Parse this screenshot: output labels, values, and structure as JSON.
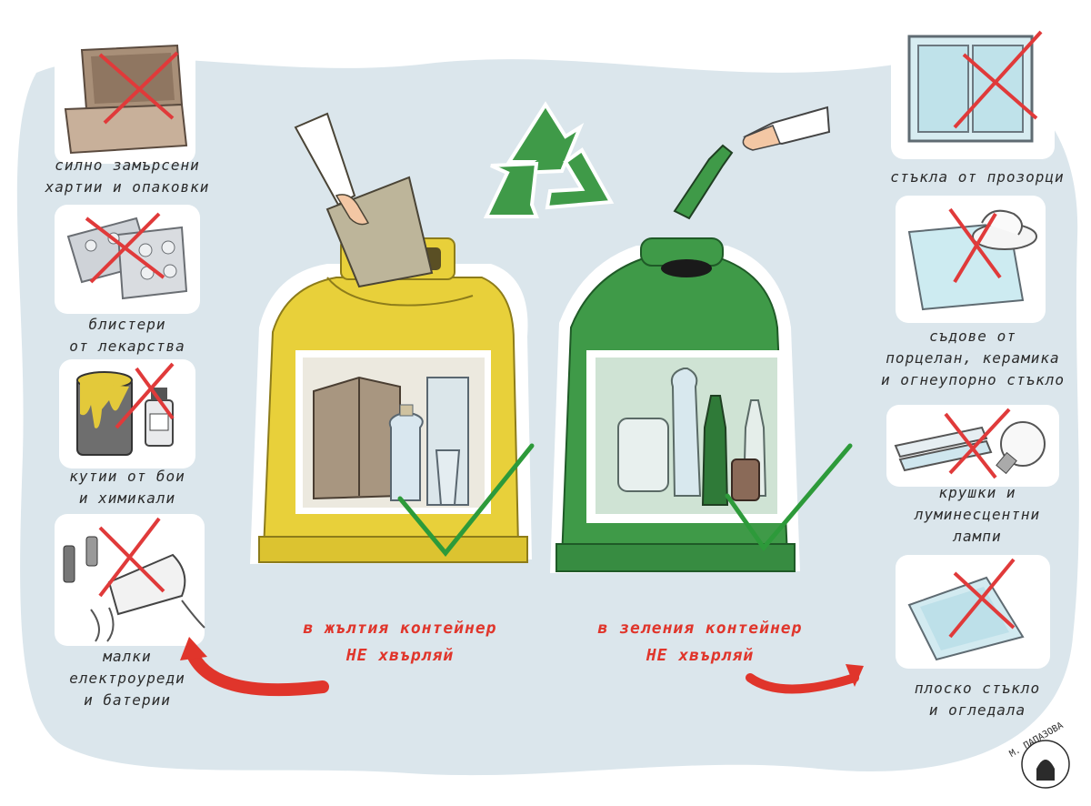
{
  "colors": {
    "background": "#dbe6ec",
    "yellow_container": "#e8d03a",
    "green_container": "#3f9a48",
    "recycle_symbol": "#3f9a48",
    "cross": "#e03a3a",
    "check": "#2d9a3a",
    "warning_text": "#e0352b"
  },
  "left_items": [
    {
      "label_lines": [
        "силно замърсени",
        "хартии и опаковки"
      ],
      "icon": "pizza-box-icon"
    },
    {
      "label_lines": [
        "блистери",
        "от лекарства"
      ],
      "icon": "pill-blister-icon"
    },
    {
      "label_lines": [
        "кутии от бои",
        "и химикали"
      ],
      "icon": "paint-can-icon"
    },
    {
      "label_lines": [
        "малки",
        "електроуреди",
        "и батерии"
      ],
      "icon": "mixer-battery-icon"
    }
  ],
  "right_items": [
    {
      "label_lines": [
        "стъкла от прозорци"
      ],
      "icon": "window-icon"
    },
    {
      "label_lines": [
        "съдове от",
        "порцелан, керамика",
        "и огнеупорно стъкло"
      ],
      "icon": "dishes-icon"
    },
    {
      "label_lines": [
        "крушки и",
        "луминесцентни",
        "лампи"
      ],
      "icon": "bulb-tube-icon"
    },
    {
      "label_lines": [
        "плоско стъкло",
        "и огледала"
      ],
      "icon": "mirror-icon"
    }
  ],
  "yellow_warning": {
    "line1": "в жълтия контейнер",
    "line2": "НЕ хвърляй"
  },
  "green_warning": {
    "line1": "в зеления контейнер",
    "line2": "НЕ хвърляй"
  },
  "signature": "М. ПАПАЗОВА"
}
